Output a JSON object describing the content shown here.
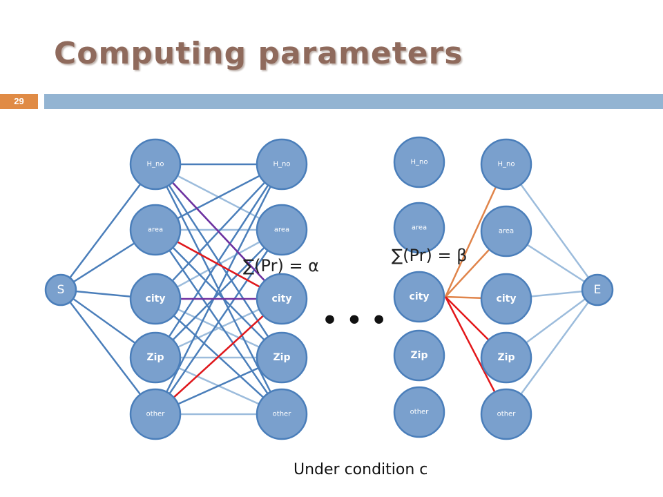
{
  "slide": {
    "title": "Computing parameters",
    "page_number": "29",
    "caption": "Under condition c"
  },
  "colors": {
    "node_fill": "#7aa0cd",
    "node_stroke": "#4a7eba",
    "edge_dark": "#4a7eba",
    "edge_light": "#9cbcdc",
    "edge_red": "#e3171a",
    "edge_purple": "#7030a0",
    "edge_orange": "#e0844a"
  },
  "diagram": {
    "start": "S",
    "end": "E",
    "layers": [
      [
        "H_no",
        "area",
        "city",
        "Zip",
        "other"
      ],
      [
        "H_no",
        "area",
        "city",
        "Zip",
        "other"
      ],
      [
        "H_no",
        "area",
        "city",
        "Zip",
        "other"
      ],
      [
        "H_no",
        "area",
        "city",
        "Zip",
        "other"
      ]
    ],
    "formula_alpha": "∑(Pr) = α",
    "formula_beta": "∑(Pr) = β",
    "ellipsis": "• • •"
  }
}
